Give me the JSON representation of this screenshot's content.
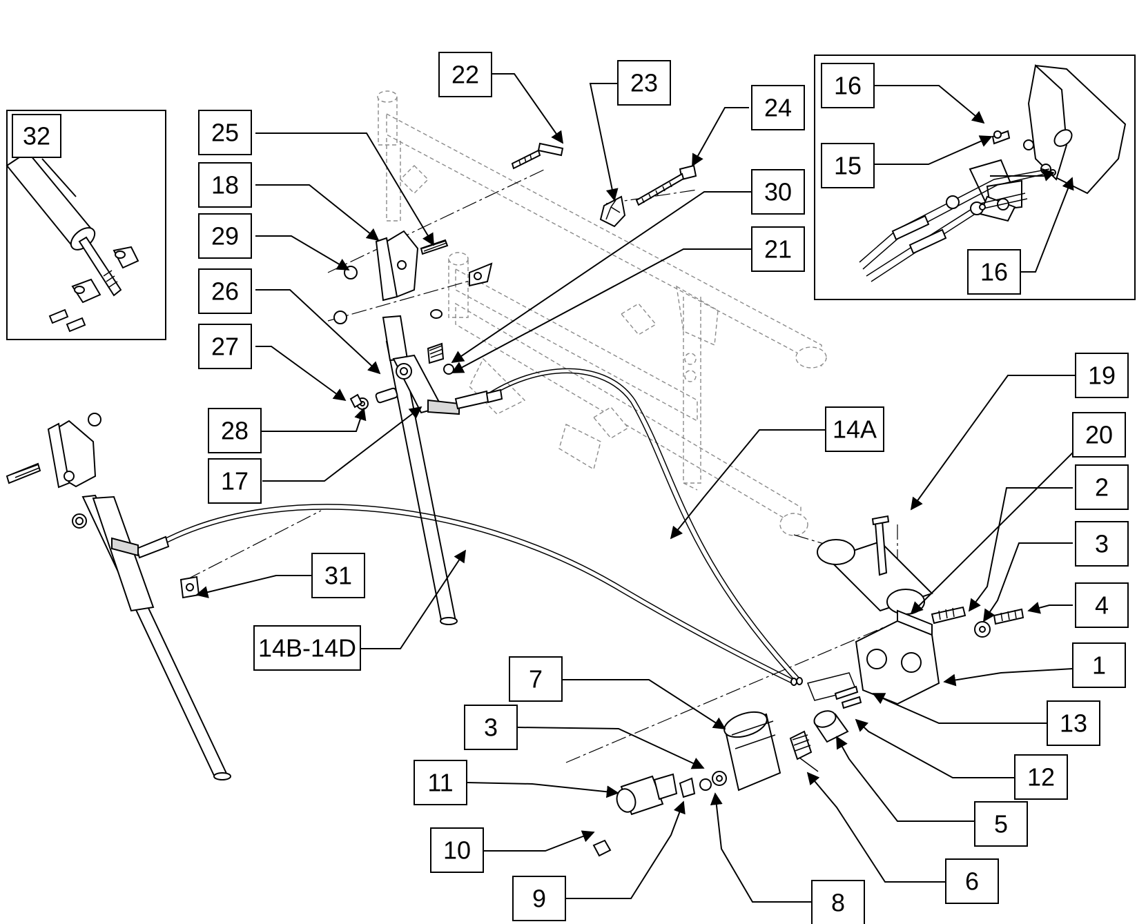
{
  "callouts": {
    "c1": "1",
    "c2": "2",
    "c3a": "3",
    "c3b": "3",
    "c4": "4",
    "c5": "5",
    "c6": "6",
    "c7": "7",
    "c8": "8",
    "c9": "9",
    "c10": "10",
    "c11": "11",
    "c12": "12",
    "c13": "13",
    "c14a": "14A",
    "c14bd": "14B-14D",
    "c15": "15",
    "c16a": "16",
    "c16b": "16",
    "c17": "17",
    "c18": "18",
    "c19": "19",
    "c20": "20",
    "c21": "21",
    "c22": "22",
    "c23": "23",
    "c24": "24",
    "c25": "25",
    "c26": "26",
    "c27": "27",
    "c28": "28",
    "c29": "29",
    "c30": "30",
    "c31": "31",
    "c32": "32"
  },
  "colors": {
    "line": "#000000",
    "ghost": "#8a8a8a",
    "background": "#ffffff"
  }
}
